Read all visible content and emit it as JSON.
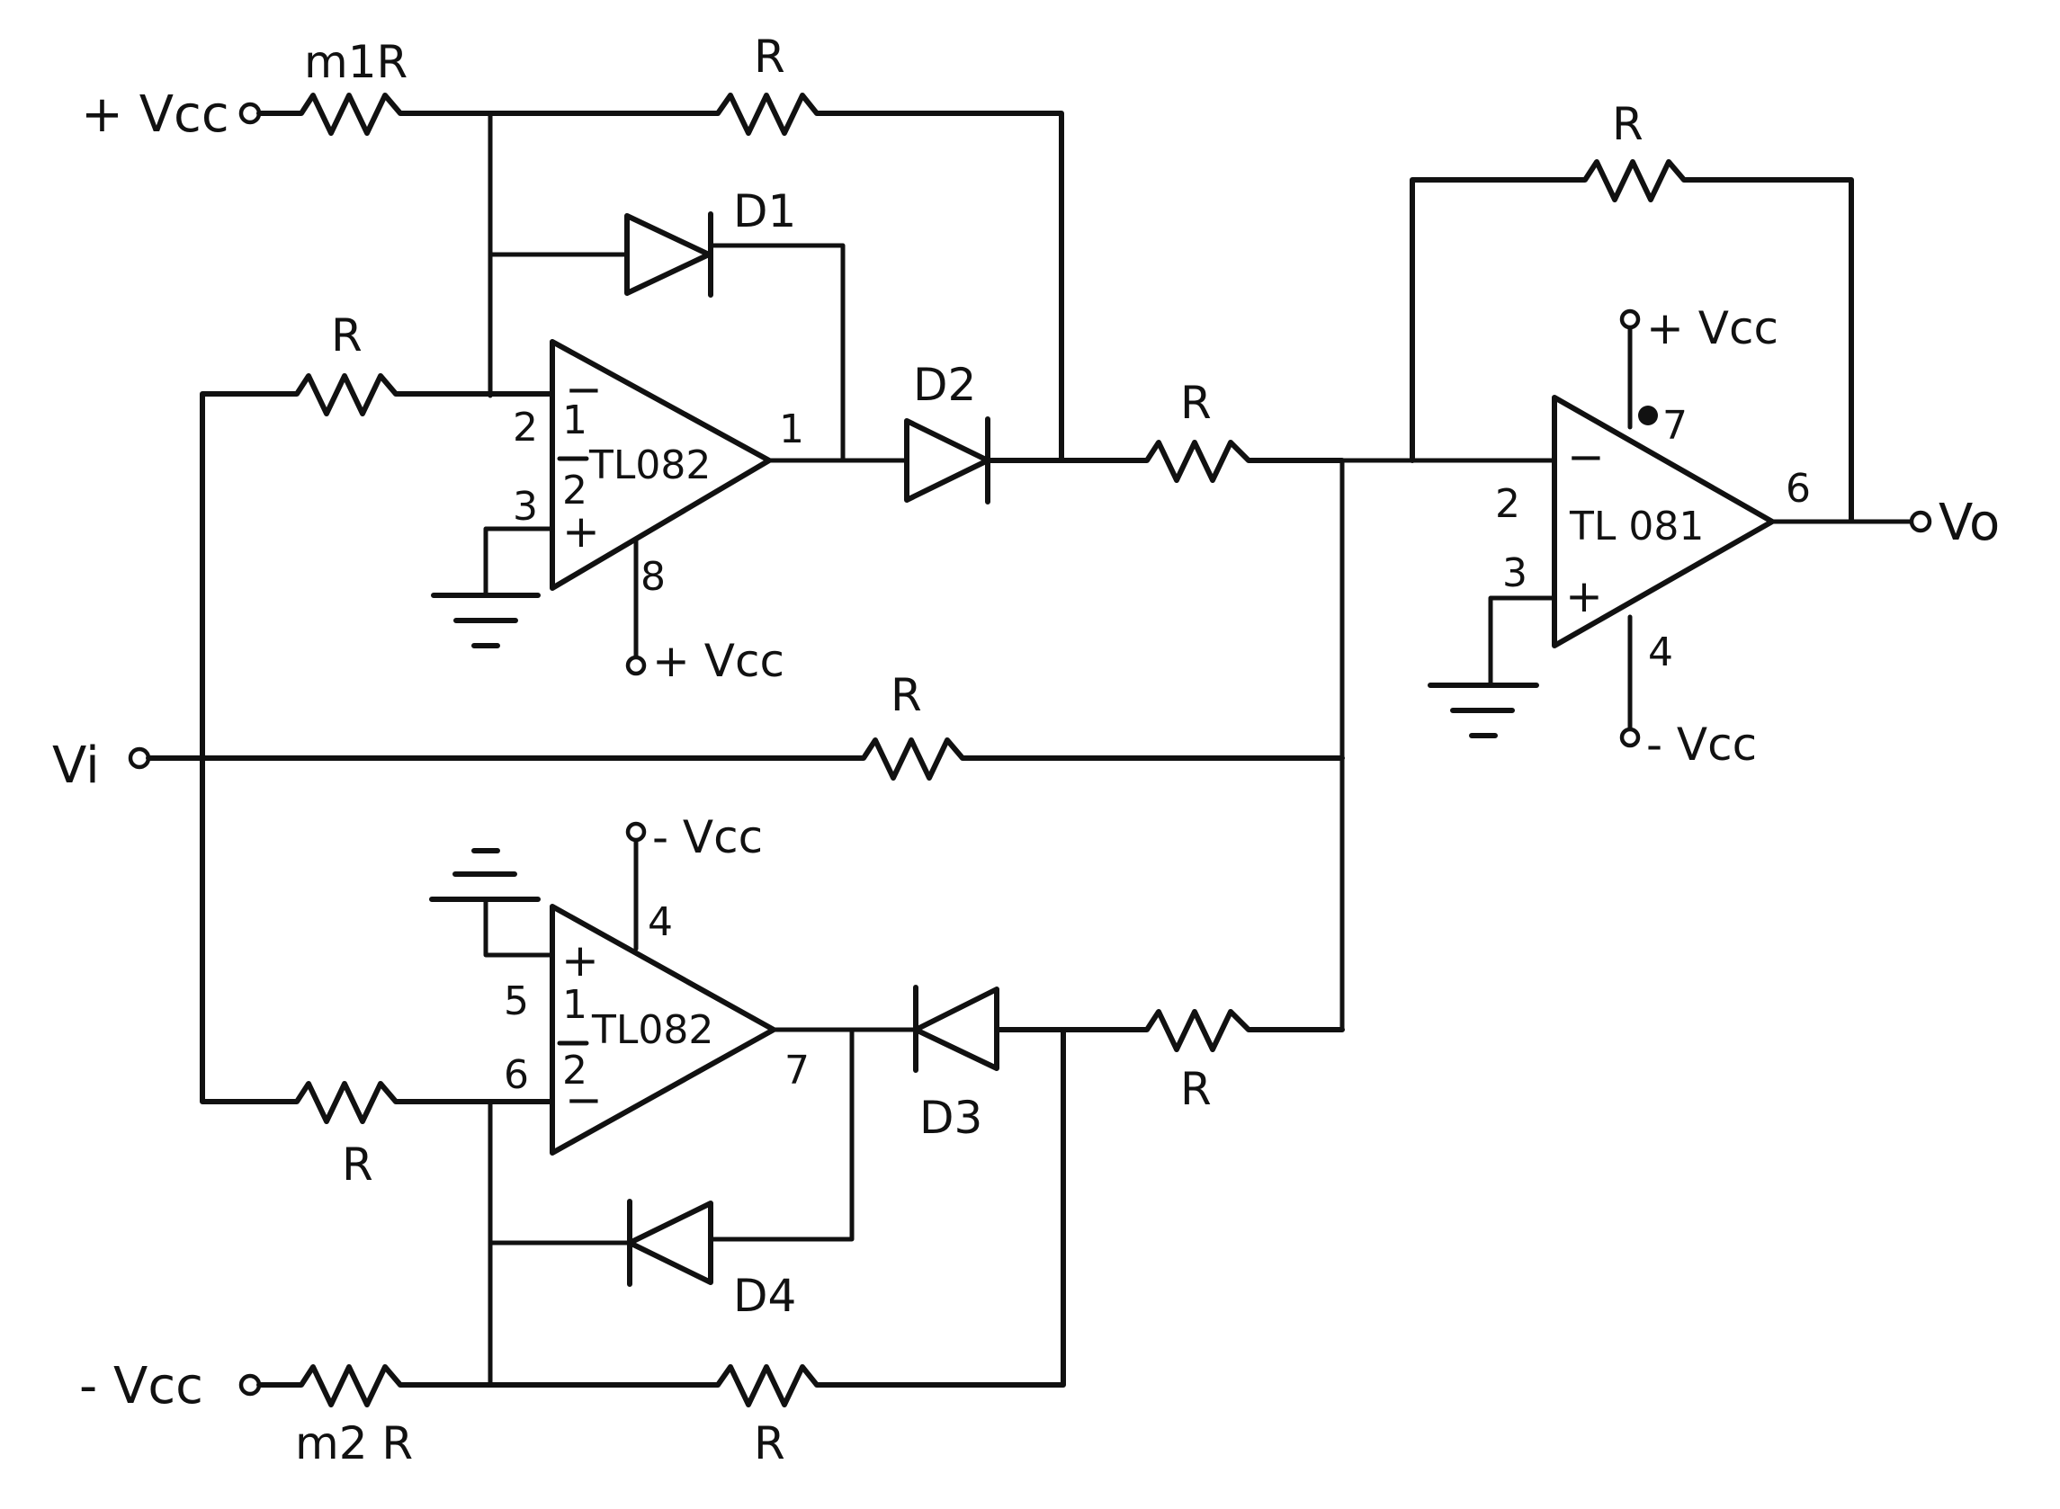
{
  "labels": {
    "vcc_pos_in": "+ Vcc",
    "vcc_neg_in": "- Vcc",
    "vi": "Vi",
    "vo": "Vo",
    "r_m1": "m1R",
    "r_m2": "m2 R",
    "r": "R",
    "d1": "D1",
    "d2": "D2",
    "d3": "D3",
    "d4": "D4"
  },
  "chips": {
    "u1": "TL082",
    "u2": "TL082",
    "u3": "TL 081"
  },
  "supplies": {
    "u1_pin8": "+ Vcc",
    "u2_pin4": "- Vcc",
    "u3_pin7": "+ Vcc",
    "u3_pin4": "- Vcc"
  },
  "pins": {
    "u1_inv": "2",
    "u1_noninv": "3",
    "u1_out": "1",
    "u1_supply": "8",
    "u1_half_top": "1",
    "u1_half_bot": "2",
    "u2_noninv": "5",
    "u2_inv": "6",
    "u2_out": "7",
    "u2_supply": "4",
    "u2_half_top": "1",
    "u2_half_bot": "2",
    "u3_inv": "2",
    "u3_noninv": "3",
    "u3_out": "6",
    "u3_vpos": "7",
    "u3_vneg": "4"
  },
  "signs": {
    "minus": "−",
    "plus": "+"
  }
}
